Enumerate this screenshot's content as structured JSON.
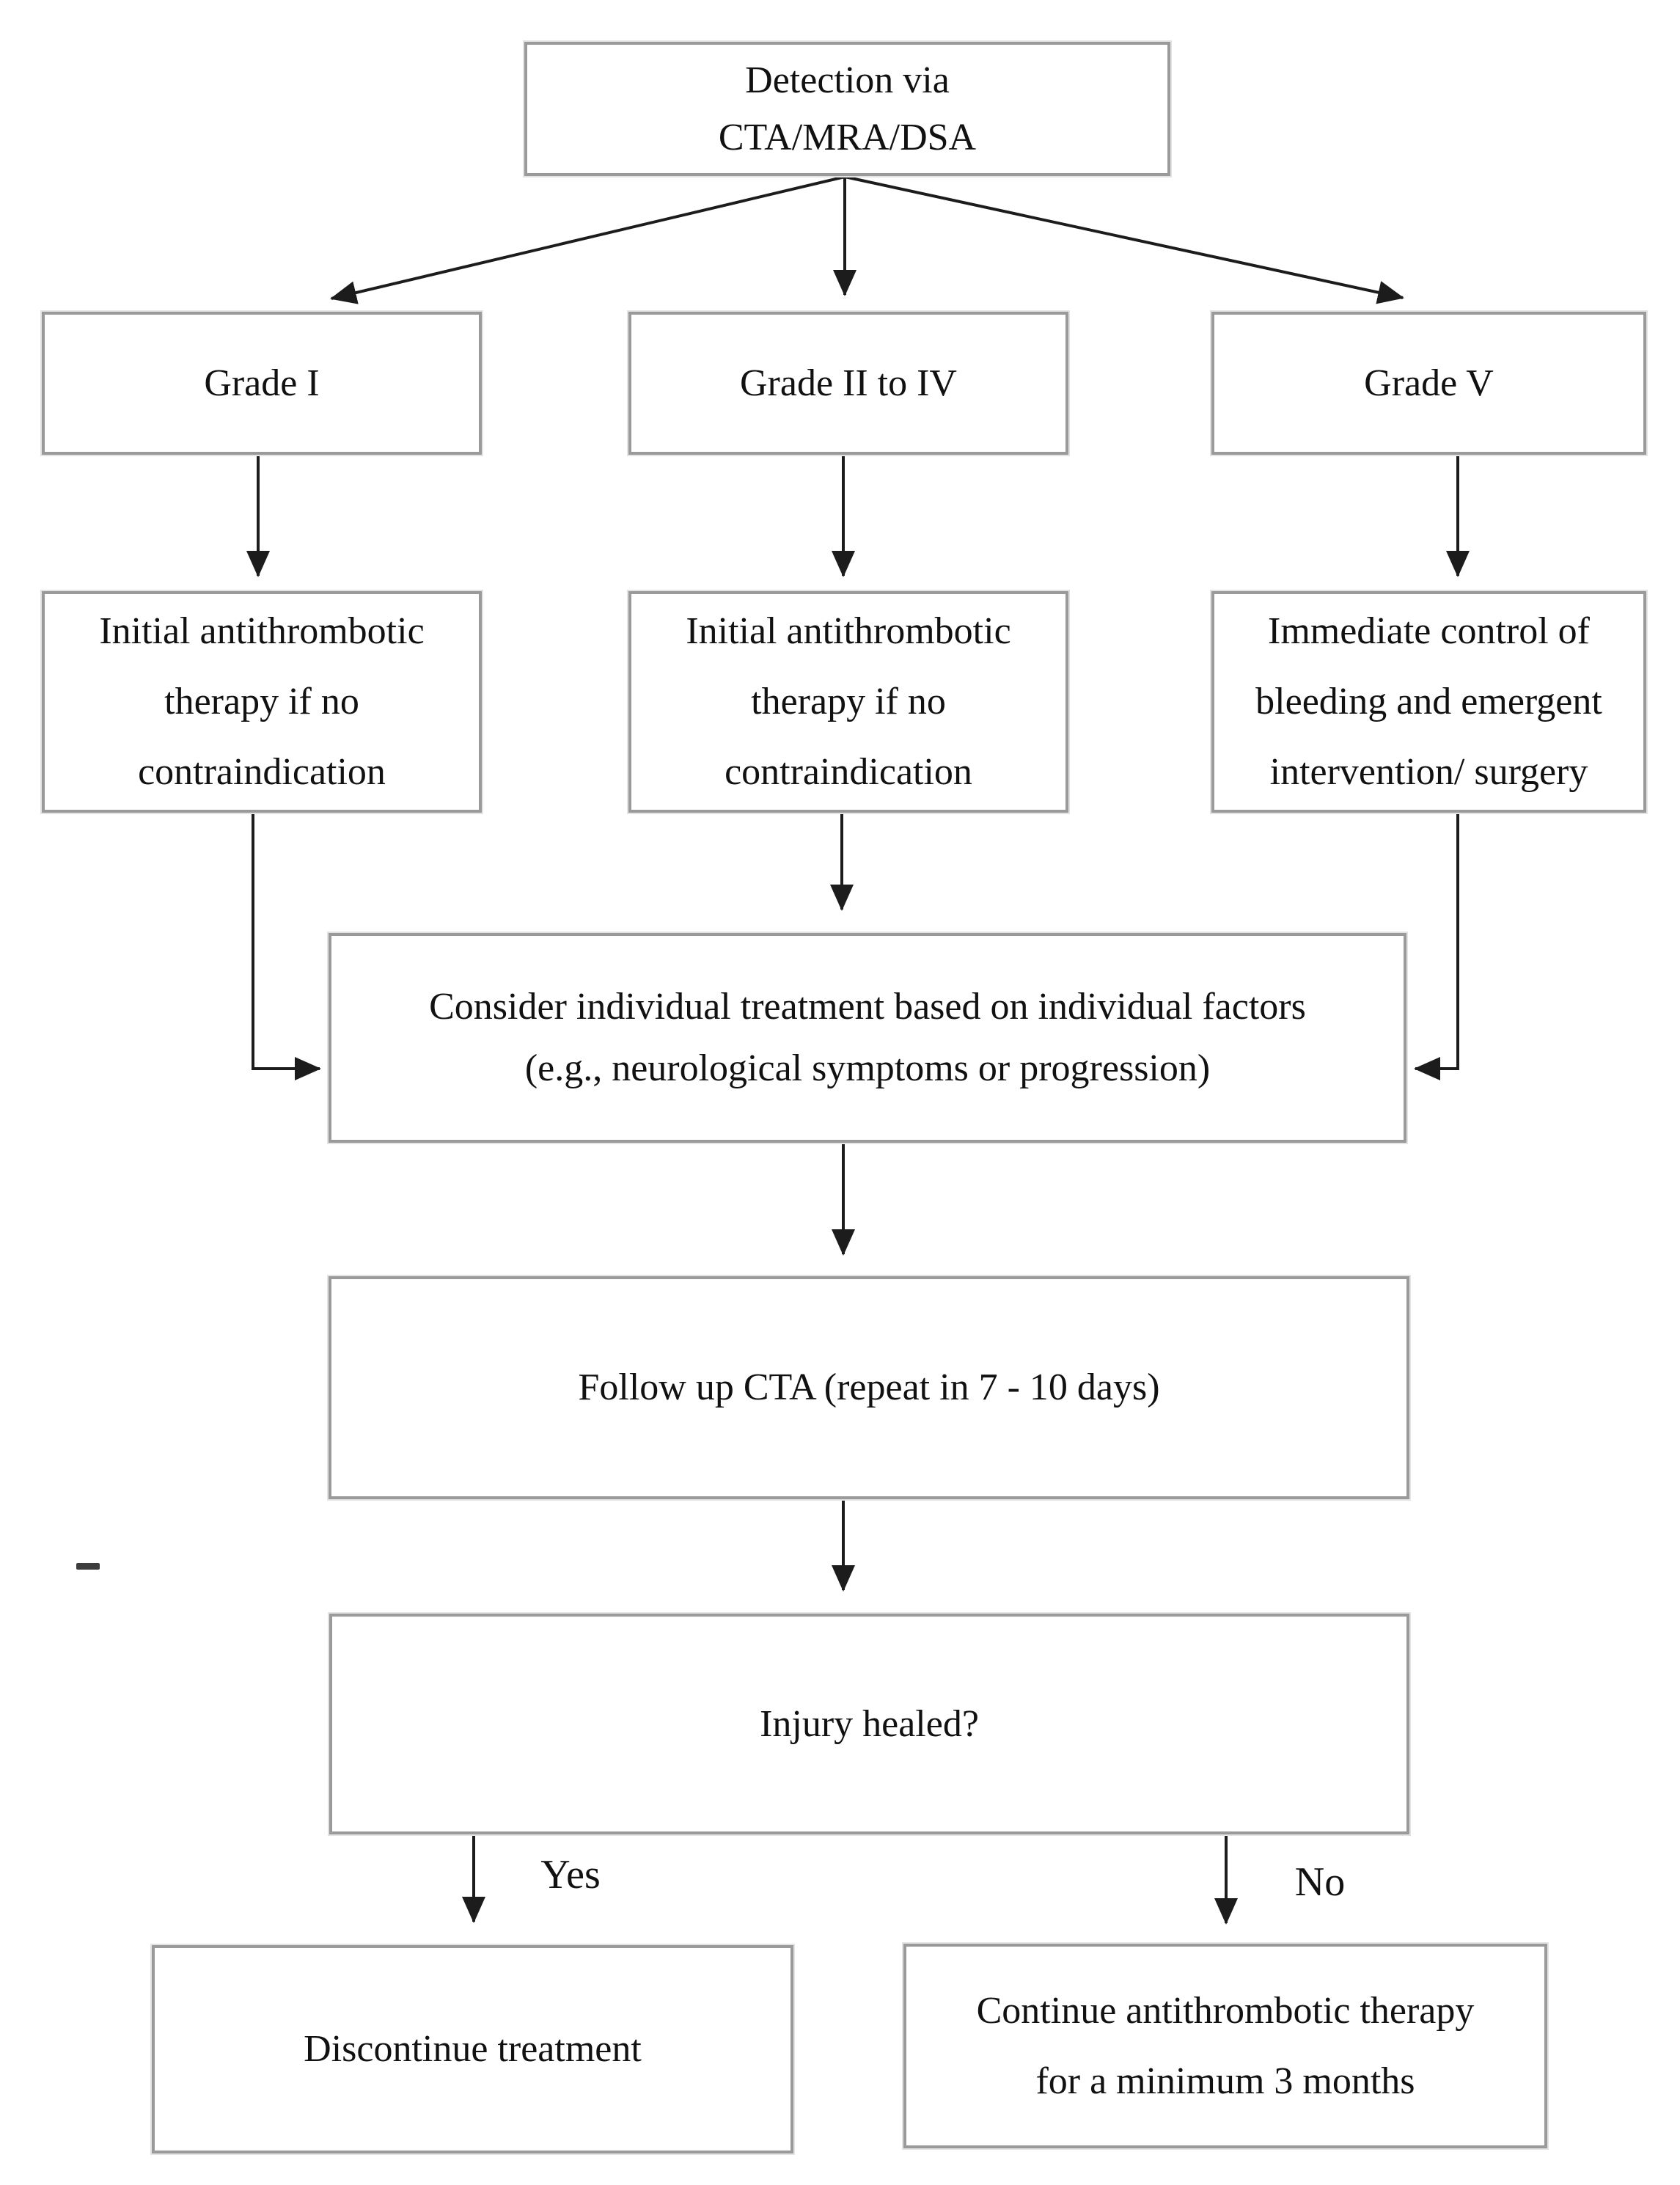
{
  "colors": {
    "background": "#ffffff",
    "box_border": "#9a9a9a",
    "arrow": "#1c1c1c",
    "text": "#111111"
  },
  "nodes": {
    "detection": {
      "lines": [
        "Detection via",
        "CTA/MRA/DSA"
      ]
    },
    "grade1": {
      "label": "Grade I"
    },
    "grade2to4": {
      "label": "Grade II to IV"
    },
    "grade5": {
      "label": "Grade V"
    },
    "therapy_grade1": {
      "lines": [
        "Initial antithrombotic",
        "therapy if no",
        "contraindication"
      ]
    },
    "therapy_grade2to4": {
      "lines": [
        "Initial antithrombotic",
        "therapy if no",
        "contraindication"
      ]
    },
    "therapy_grade5": {
      "lines": [
        "Immediate control of",
        "bleeding and emergent",
        "intervention/ surgery"
      ]
    },
    "consider": {
      "lines": [
        "Consider individual treatment based on individual factors",
        "(e.g., neurological symptoms or progression)"
      ]
    },
    "followup": {
      "label": "Follow up CTA (repeat in 7 - 10 days)"
    },
    "injury": {
      "label": "Injury healed?"
    },
    "discontinue": {
      "label": "Discontinue treatment"
    },
    "continue": {
      "lines": [
        "Continue antithrombotic therapy",
        "for a minimum 3 months"
      ]
    }
  },
  "edges": {
    "yes_label": "Yes",
    "no_label": "No"
  },
  "stray_mark": "–"
}
